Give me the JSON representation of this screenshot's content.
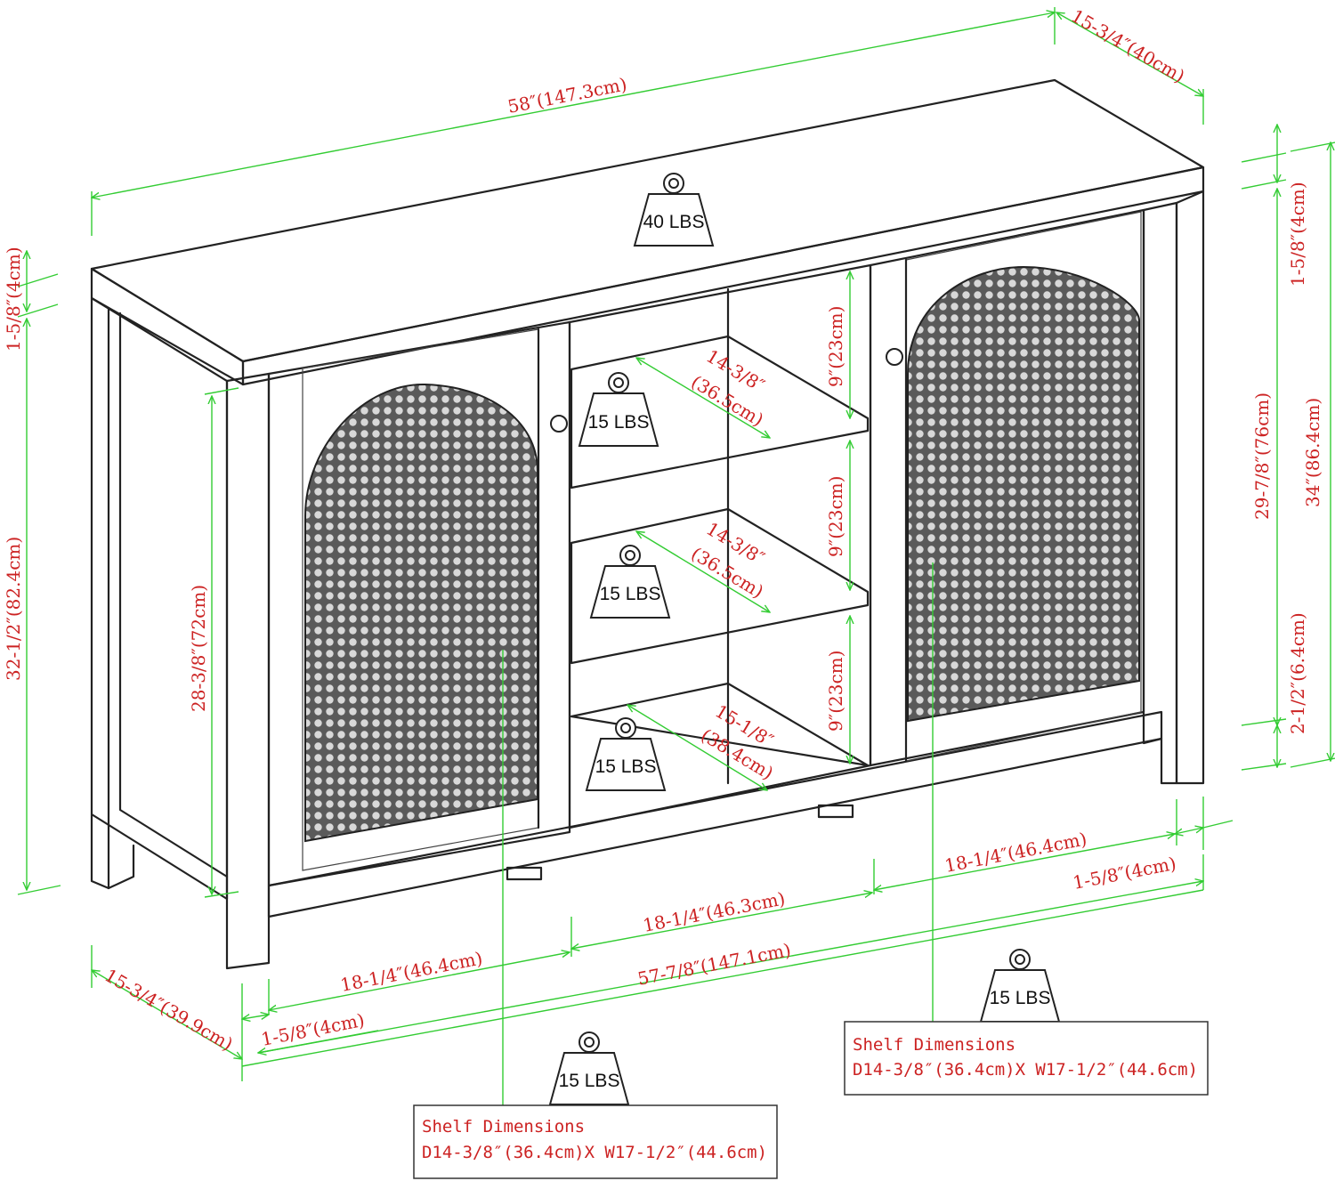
{
  "dimensions": {
    "top_width": "58″(147.3cm)",
    "top_depth": "15-3/4″(40cm)",
    "left_top_thickness": "1-5/8″(4cm)",
    "left_total_height": "32-1/2″(82.4cm)",
    "door_height": "28-3/8″(72cm)",
    "right_top_thickness": "1-5/8″(4cm)",
    "right_body_height": "29-7/8″(76cm)",
    "right_total_height": "34″(86.4cm)",
    "right_leg_height": "2-1/2″(6.4cm)",
    "shelf_gap_1": "9″(23cm)",
    "shelf_gap_2": "9″(23cm)",
    "shelf_gap_3": "9″(23cm)",
    "shelf_depth_1": "14-3/8″",
    "shelf_depth_1_cm": "(36.5cm)",
    "shelf_depth_2": "14-3/8″",
    "shelf_depth_2_cm": "(36.5cm)",
    "shelf_depth_3": "15-1/8″",
    "shelf_depth_3_cm": "(38.4cm)",
    "bottom_right_section": "18-1/4″(46.4cm)",
    "bottom_right_leg": "1-5/8″(4cm)",
    "bottom_middle_section": "18-1/4″(46.3cm)",
    "bottom_left_section": "18-1/4″(46.4cm)",
    "bottom_inner_width": "57-7/8″(147.1cm)",
    "bottom_left_leg": "1-5/8″(4cm)",
    "bottom_depth": "15-3/4″(39.9cm)"
  },
  "weights": {
    "top": "40 LBS",
    "shelf_1": "15 LBS",
    "shelf_2": "15 LBS",
    "shelf_3": "15 LBS",
    "right_cabinet": "15 LBS",
    "left_cabinet": "15 LBS"
  },
  "shelf_boxes": {
    "right": {
      "title": "Shelf Dimensions",
      "spec": "D14-3/8″(36.4cm)X W17-1/2″(44.6cm)"
    },
    "left": {
      "title": "Shelf Dimensions",
      "spec": "D14-3/8″(36.4cm)X W17-1/2″(44.6cm)"
    }
  },
  "colors": {
    "dimension_line": "#33cc33",
    "dimension_text": "#cc2222",
    "outline": "#222222"
  }
}
